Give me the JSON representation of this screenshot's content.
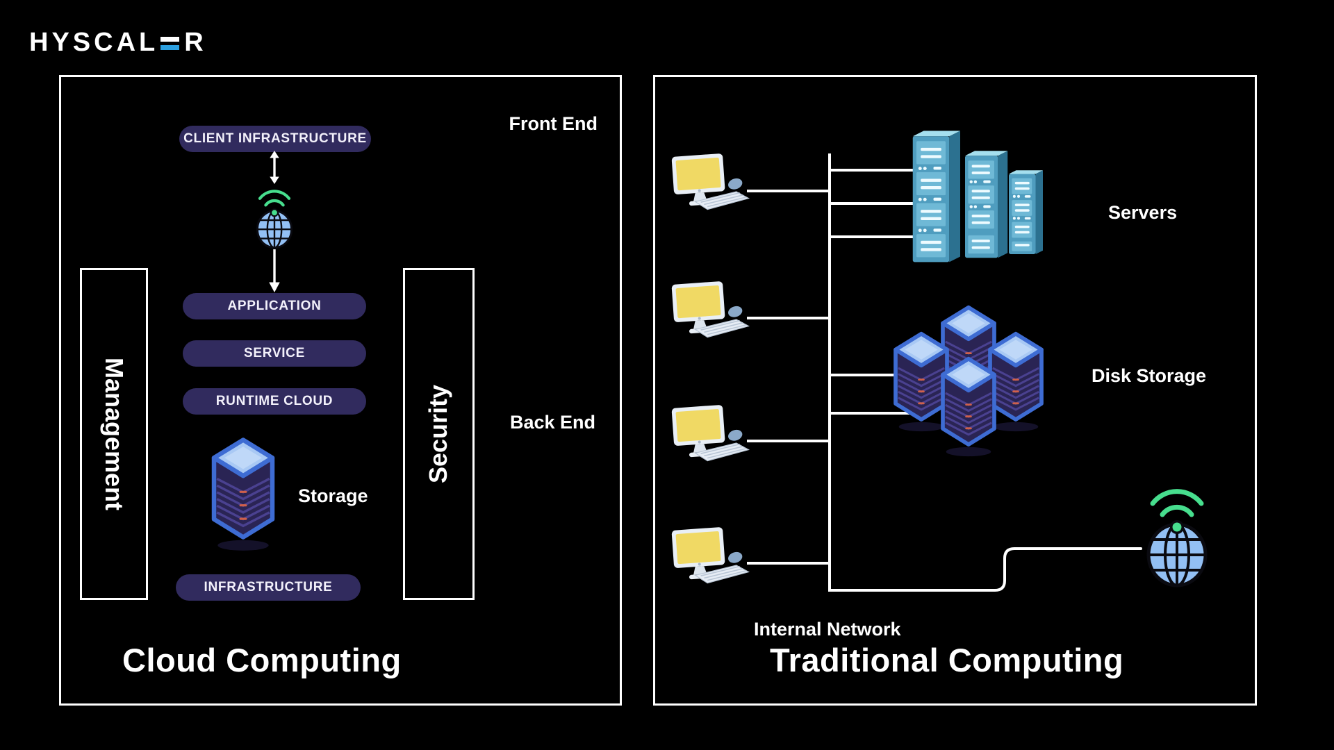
{
  "logo": {
    "prefix": "HYSCAL",
    "suffix": "R"
  },
  "cloud": {
    "title": "Cloud Computing",
    "front_end": "Front End",
    "back_end": "Back End",
    "pills": {
      "client": "CLIENT INFRASTRUCTURE",
      "application": "APPLICATION",
      "service": "SERVICE",
      "runtime": "RUNTIME CLOUD",
      "infrastructure": "INFRASTRUCTURE"
    },
    "storage": "Storage",
    "management": "Management",
    "security": "Security"
  },
  "traditional": {
    "title": "Traditional Computing",
    "servers": "Servers",
    "disk_storage": "Disk Storage",
    "internal_network": "Internal Network"
  },
  "icons": {
    "internet": "globe-with-wifi-icon",
    "storage": "storage-tower-icon",
    "workstation": "desktop-computer-icon",
    "servers": "server-racks-icon",
    "disk_storage": "disk-storage-cluster-icon",
    "flow_down": "down-arrow-icon",
    "flow_both": "double-arrow-icon"
  },
  "colors": {
    "background": "#000000",
    "text": "#ffffff",
    "panel-border": "#ffffff",
    "accent-blue": "#2b9fdf",
    "pill-bg": "#312b5e",
    "wifi-green": "#47de8e",
    "globe-blue": "#93c0f4",
    "screen-yellow": "#f0d964",
    "server-teal": "#4f9dbf",
    "tower-body": "#2a2454",
    "tower-outline": "#3e6cd3",
    "line-white": "#ffffff"
  }
}
